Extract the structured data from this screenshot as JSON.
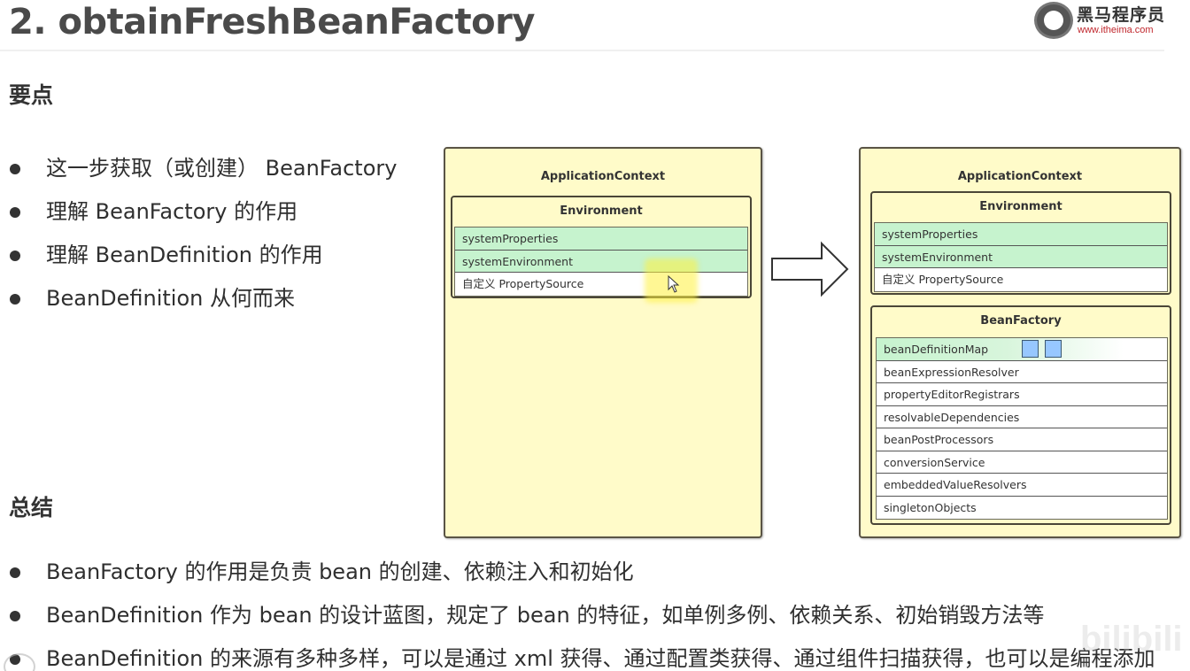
{
  "header": {
    "title": "2. obtainFreshBeanFactory",
    "logo": {
      "name_cn": "黑马程序员",
      "url_text": "www.itheima.com",
      "icon": "horse-head-icon"
    }
  },
  "key_points": {
    "heading": "要点",
    "items": [
      "这一步获取（或创建） BeanFactory",
      "理解 BeanFactory 的作用",
      "理解 BeanDefinition 的作用",
      "BeanDefinition 从何而来"
    ]
  },
  "summary": {
    "heading": "总结",
    "items": [
      "BeanFactory 的作用是负责 bean 的创建、依赖注入和初始化",
      "BeanDefinition 作为 bean 的设计蓝图，规定了 bean 的特征，如单例多例、依赖关系、初始销毁方法等",
      "BeanDefinition 的来源有多种多样，可以是通过 xml 获得、通过配置类获得、通过组件扫描获得，也可以是编程添加"
    ]
  },
  "diagram": {
    "before": {
      "title": "ApplicationContext",
      "environment": {
        "title": "Environment",
        "rows": [
          "systemProperties",
          "systemEnvironment",
          "自定义 PropertySource"
        ]
      }
    },
    "arrow_icon": "right-arrow-icon",
    "after": {
      "title": "ApplicationContext",
      "environment": {
        "title": "Environment",
        "rows": [
          "systemProperties",
          "systemEnvironment",
          "自定义 PropertySource"
        ]
      },
      "bean_factory": {
        "title": "BeanFactory",
        "rows": [
          "beanDefinitionMap",
          "beanExpressionResolver",
          "propertyEditorRegistrars",
          "resolvableDependencies",
          "beanPostProcessors",
          "conversionService",
          "embeddedValueResolvers",
          "singletonObjects"
        ],
        "bean_definition_count": 2
      }
    },
    "colors": {
      "box_fill": "#fffbc9",
      "row_highlight": "#c6f3ce",
      "bean_definition_square": "#97c7ff"
    }
  },
  "watermark": "bilibili"
}
